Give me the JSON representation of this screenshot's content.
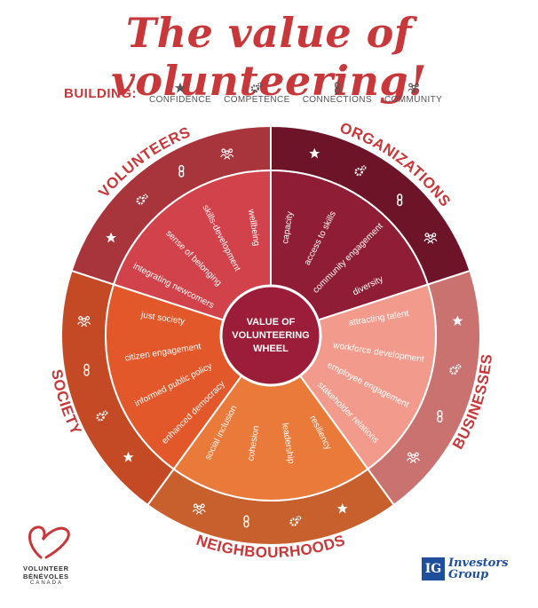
{
  "header": {
    "title": "The value of volunteering!",
    "building_label": "BUILDING:",
    "legend": [
      {
        "label": "CONFIDENCE",
        "icon": "star-icon"
      },
      {
        "label": "COMPETENCE",
        "icon": "gears-icon"
      },
      {
        "label": "CONNECTIONS",
        "icon": "chain-icon"
      },
      {
        "label": "COMMUNITY",
        "icon": "people-icon"
      }
    ]
  },
  "wheel": {
    "center": [
      "VALUE OF",
      "VOLUNTEERING",
      "WHEEL"
    ],
    "colors": {
      "volunteers_inner": "#d1424a",
      "volunteers_outer": "#a8353c",
      "organizations_inner": "#8f1d35",
      "organizations_outer": "#6d1429",
      "businesses_inner": "#f29b8c",
      "businesses_outer": "#c9726f",
      "neighbourhoods_inner": "#ea7a3a",
      "neighbourhoods_outer": "#c7602c",
      "society_inner": "#e3582a",
      "society_outer": "#c44a25",
      "center": "#9b1d39",
      "outer_label": "#c8373a"
    },
    "sectors": [
      {
        "name": "VOLUNTEERS",
        "items": [
          "integrating newcomers",
          "sense of belonging",
          "skills-development",
          "wellbeing"
        ],
        "icons": [
          "star-icon",
          "gears-icon",
          "chain-icon",
          "people-icon"
        ]
      },
      {
        "name": "ORGANIZATIONS",
        "items": [
          "capacity",
          "access to skills",
          "community engagement",
          "diversity"
        ],
        "icons": [
          "star-icon",
          "gears-icon",
          "chain-icon",
          "people-icon"
        ]
      },
      {
        "name": "BUSINESSES",
        "items": [
          "attracting talent",
          "workforce development",
          "employee engagement",
          "stakeholder relations"
        ],
        "icons": [
          "star-icon",
          "gears-icon",
          "chain-icon",
          "people-icon"
        ]
      },
      {
        "name": "NEIGHBOURHOODS",
        "items": [
          "resiliency",
          "leadership",
          "cohesion",
          "social inclusion"
        ],
        "icons": [
          "star-icon",
          "gears-icon",
          "chain-icon",
          "people-icon"
        ]
      },
      {
        "name": "SOCIETY",
        "items": [
          "enhanced democracy",
          "informed public policy",
          "citizen engagement",
          "just society"
        ],
        "icons": [
          "star-icon",
          "gears-icon",
          "chain-icon",
          "people-icon"
        ]
      }
    ]
  },
  "logos": {
    "vbc": [
      "VOLUNTEER",
      "BÉNÉVOLES",
      "CANADA"
    ],
    "ig": {
      "mark": "IG",
      "line1": "Investors",
      "line2": "Group"
    }
  }
}
